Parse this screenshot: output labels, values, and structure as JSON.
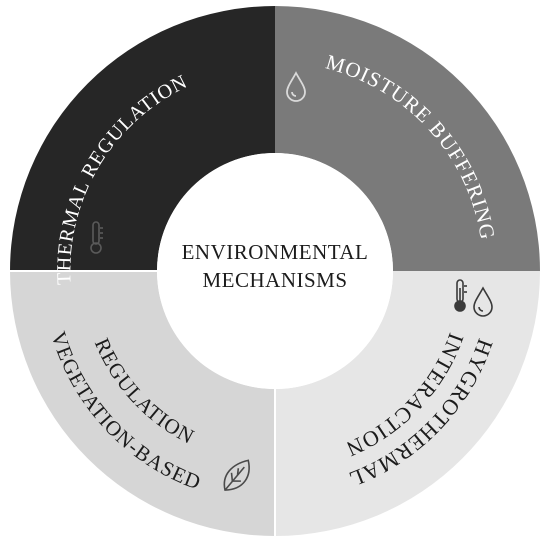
{
  "center": {
    "line1": "ENVIRONMENTAL",
    "line2": "MECHANISMS"
  },
  "segments": [
    {
      "key": "thermal",
      "label": "THERMAL  REGULATION",
      "icon": "thermometer-icon",
      "fill": "#262626",
      "text_color": "#ffffff"
    },
    {
      "key": "moisture",
      "label": "MOISTURE BUFFERING",
      "icon": "water-drop-icon",
      "fill": "#7a7a7a",
      "text_color": "#ffffff"
    },
    {
      "key": "hygro",
      "label_line1": "HYGROTHERMAL",
      "label_line2": "INTERACTION",
      "icon": "thermometer-and-drop-icon",
      "fill": "#e6e6e6",
      "text_color": "#1c1c1c"
    },
    {
      "key": "vegetation",
      "label_line1": "VEGETATION-BASED",
      "label_line2": "REGULATION",
      "icon": "leaf-icon",
      "fill": "#d6d6d6",
      "text_color": "#1c1c1c"
    }
  ]
}
